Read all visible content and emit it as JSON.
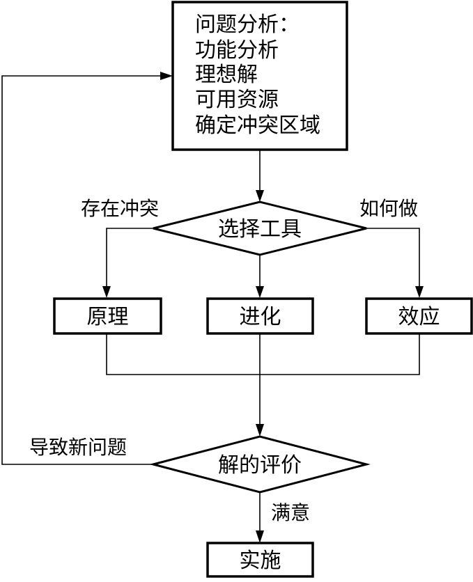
{
  "diagram": {
    "analysis_box": {
      "lines": [
        "问题分析：",
        "功能分析",
        "理想解",
        "可用资源",
        "确定冲突区域"
      ]
    },
    "select_tool": {
      "label": "选择工具"
    },
    "branch_labels": {
      "conflict": "存在冲突",
      "how_to": "如何做"
    },
    "tools": {
      "principle": "原理",
      "evolution": "进化",
      "effect": "效应"
    },
    "evaluate": {
      "label": "解的评价"
    },
    "new_problem_label": "导致新问题",
    "satisfied_label": "满意",
    "implement": {
      "label": "实施"
    }
  }
}
